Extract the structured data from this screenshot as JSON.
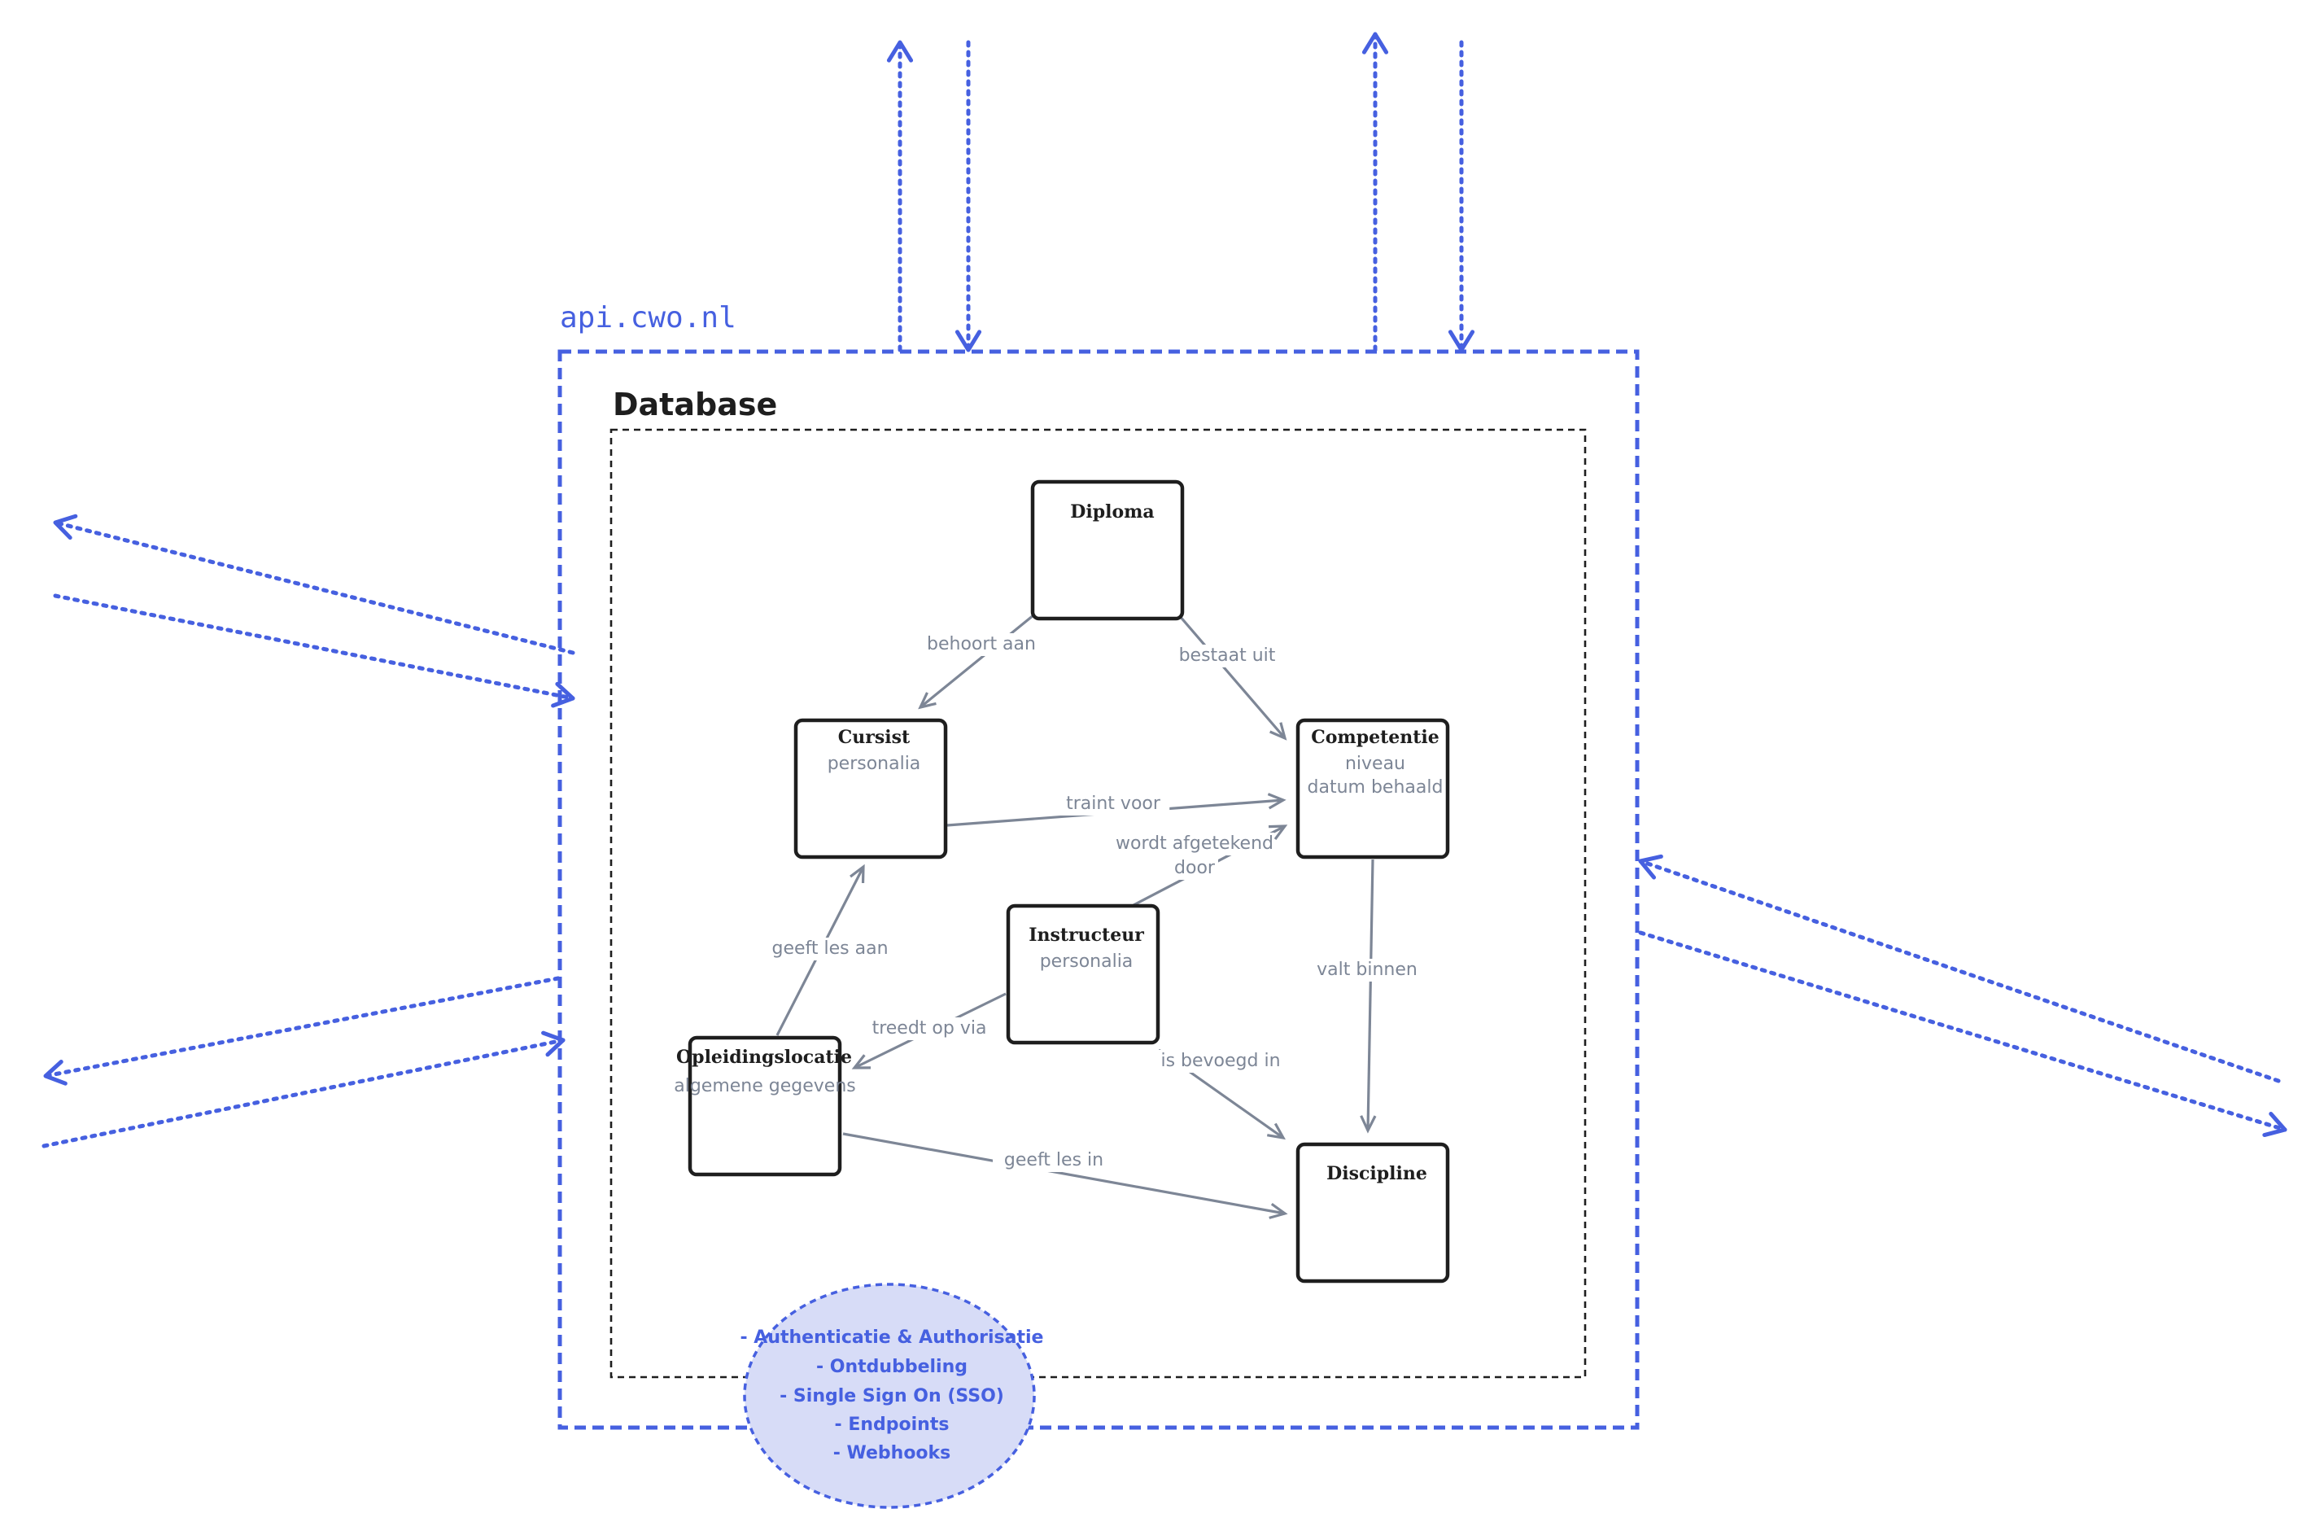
{
  "api": {
    "title": "api.cwo.nl"
  },
  "database": {
    "title": "Database"
  },
  "entities": {
    "diploma": {
      "title": "Diploma",
      "sub": []
    },
    "cursist": {
      "title": "Cursist",
      "sub": [
        "personalia"
      ]
    },
    "competentie": {
      "title": "Competentie",
      "sub": [
        "niveau",
        "datum behaald"
      ]
    },
    "instructeur": {
      "title": "Instructeur",
      "sub": [
        "personalia"
      ]
    },
    "opleidingslocatie": {
      "title": "Opleidingslocatie",
      "sub": [
        "algemene gegevens"
      ]
    },
    "discipline": {
      "title": "Discipline",
      "sub": []
    }
  },
  "relations": {
    "behoort_aan": [
      "behoort aan"
    ],
    "bestaat_uit": [
      "bestaat uit"
    ],
    "traint_voor": [
      "traint voor"
    ],
    "wordt_afgetekend_door": [
      "wordt afgetekend",
      "door"
    ],
    "geeft_les_aan": [
      "geeft les aan"
    ],
    "treedt_op_via": [
      "treedt op via"
    ],
    "is_bevoegd_in": [
      "is bevoegd in"
    ],
    "valt_binnen": [
      "valt binnen"
    ],
    "geeft_les_in": [
      "geeft les in"
    ]
  },
  "services": {
    "items": [
      "- Authenticatie & Authorisatie",
      "- Ontdubbeling",
      "- Single Sign On (SSO)",
      "- Endpoints",
      "- Webhooks"
    ]
  },
  "colors": {
    "accent": "#4660e0",
    "ink": "#1e1e1e",
    "relation": "#7d8696",
    "circle_fill": "#d7dcf7"
  }
}
